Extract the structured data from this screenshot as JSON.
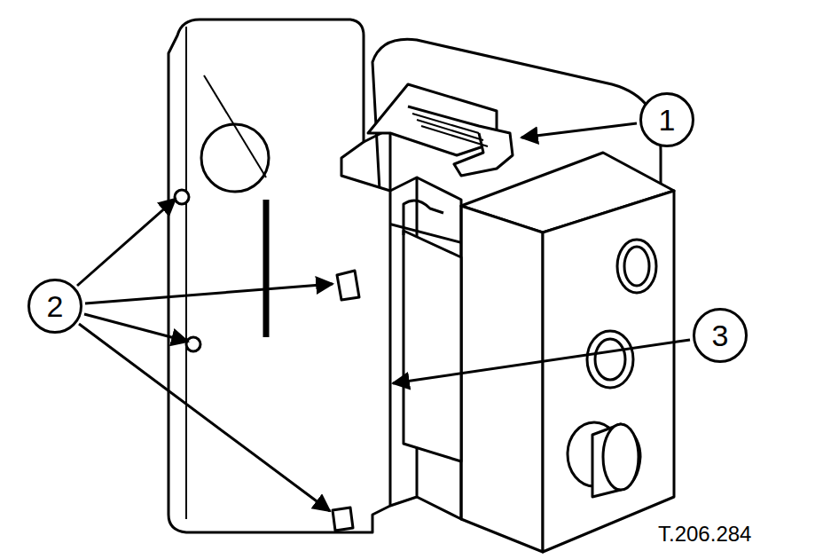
{
  "diagram": {
    "nodes": [
      {
        "text": [
          "1"
        ]
      },
      {
        "text": [
          "2"
        ]
      },
      {
        "text": [
          "3"
        ]
      }
    ],
    "labels": [
      "T.206.284"
    ]
  }
}
